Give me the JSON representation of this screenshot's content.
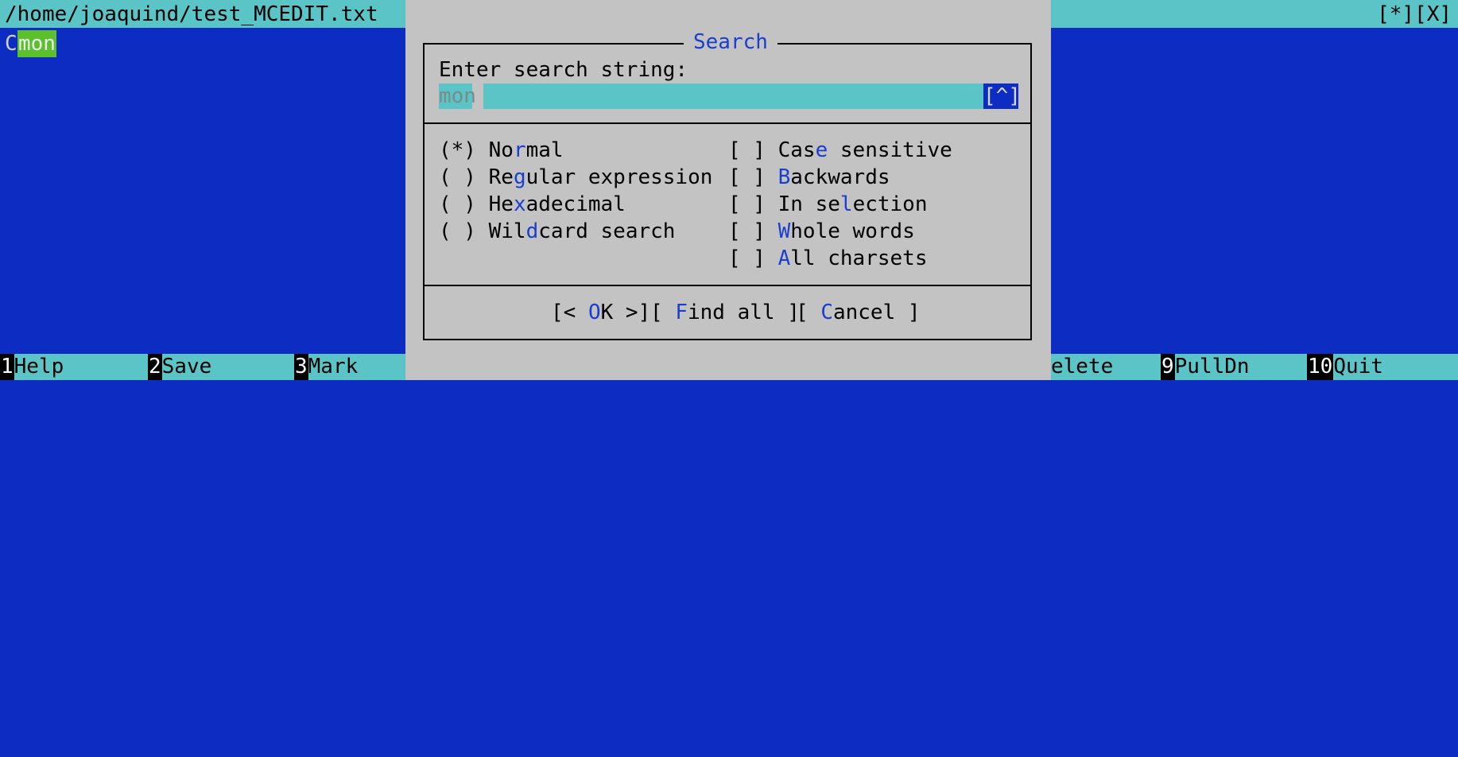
{
  "titlebar": {
    "path": "/home/joaquind/test_MCEDIT.txt    [--",
    "flags": "[*][X]"
  },
  "editor": {
    "cursor_char": "C",
    "highlight": "mon"
  },
  "dialog": {
    "title": "Search",
    "prompt": "Enter search string:",
    "input_placeholder": "mon",
    "input_value": "",
    "history_button": "[^]",
    "search_types": [
      {
        "marker": "(*)",
        "pre": "No",
        "hot": "r",
        "post": "mal"
      },
      {
        "marker": "( )",
        "pre": "Re",
        "hot": "g",
        "post": "ular expression"
      },
      {
        "marker": "( )",
        "pre": "He",
        "hot": "x",
        "post": "adecimal"
      },
      {
        "marker": "( )",
        "pre": "Wil",
        "hot": "d",
        "post": "card search"
      }
    ],
    "options": [
      {
        "marker": "[ ]",
        "pre": "Cas",
        "hot": "e",
        "post": " sensitive"
      },
      {
        "marker": "[ ]",
        "pre": "",
        "hot": "B",
        "post": "ackwards"
      },
      {
        "marker": "[ ]",
        "pre": "In se",
        "hot": "l",
        "post": "ection"
      },
      {
        "marker": "[ ]",
        "pre": "",
        "hot": "W",
        "post": "hole words"
      },
      {
        "marker": "[ ]",
        "pre": "",
        "hot": "A",
        "post": "ll charsets"
      }
    ],
    "buttons": {
      "ok": {
        "pre": "[< ",
        "hot": "O",
        "post": "K >]"
      },
      "find_all": {
        "pre": "[ ",
        "hot": "F",
        "post": "ind all ]"
      },
      "cancel": {
        "pre": "[ ",
        "hot": "C",
        "post": "ancel ]"
      }
    }
  },
  "fkeys": [
    {
      "num": "1",
      "label": "Help"
    },
    {
      "num": "2",
      "label": "Save"
    },
    {
      "num": "3",
      "label": "Mark"
    },
    {
      "num": "",
      "label": "elete"
    },
    {
      "num": "9",
      "label": "PullDn"
    },
    {
      "num": "10",
      "label": "Quit"
    }
  ],
  "colors": {
    "editor_bg": "#0d2dc2",
    "bar_bg": "#5ac4c6",
    "dialog_bg": "#c3c3c3",
    "hotkey": "#1a3ecf",
    "highlight": "#5bbf2e"
  }
}
